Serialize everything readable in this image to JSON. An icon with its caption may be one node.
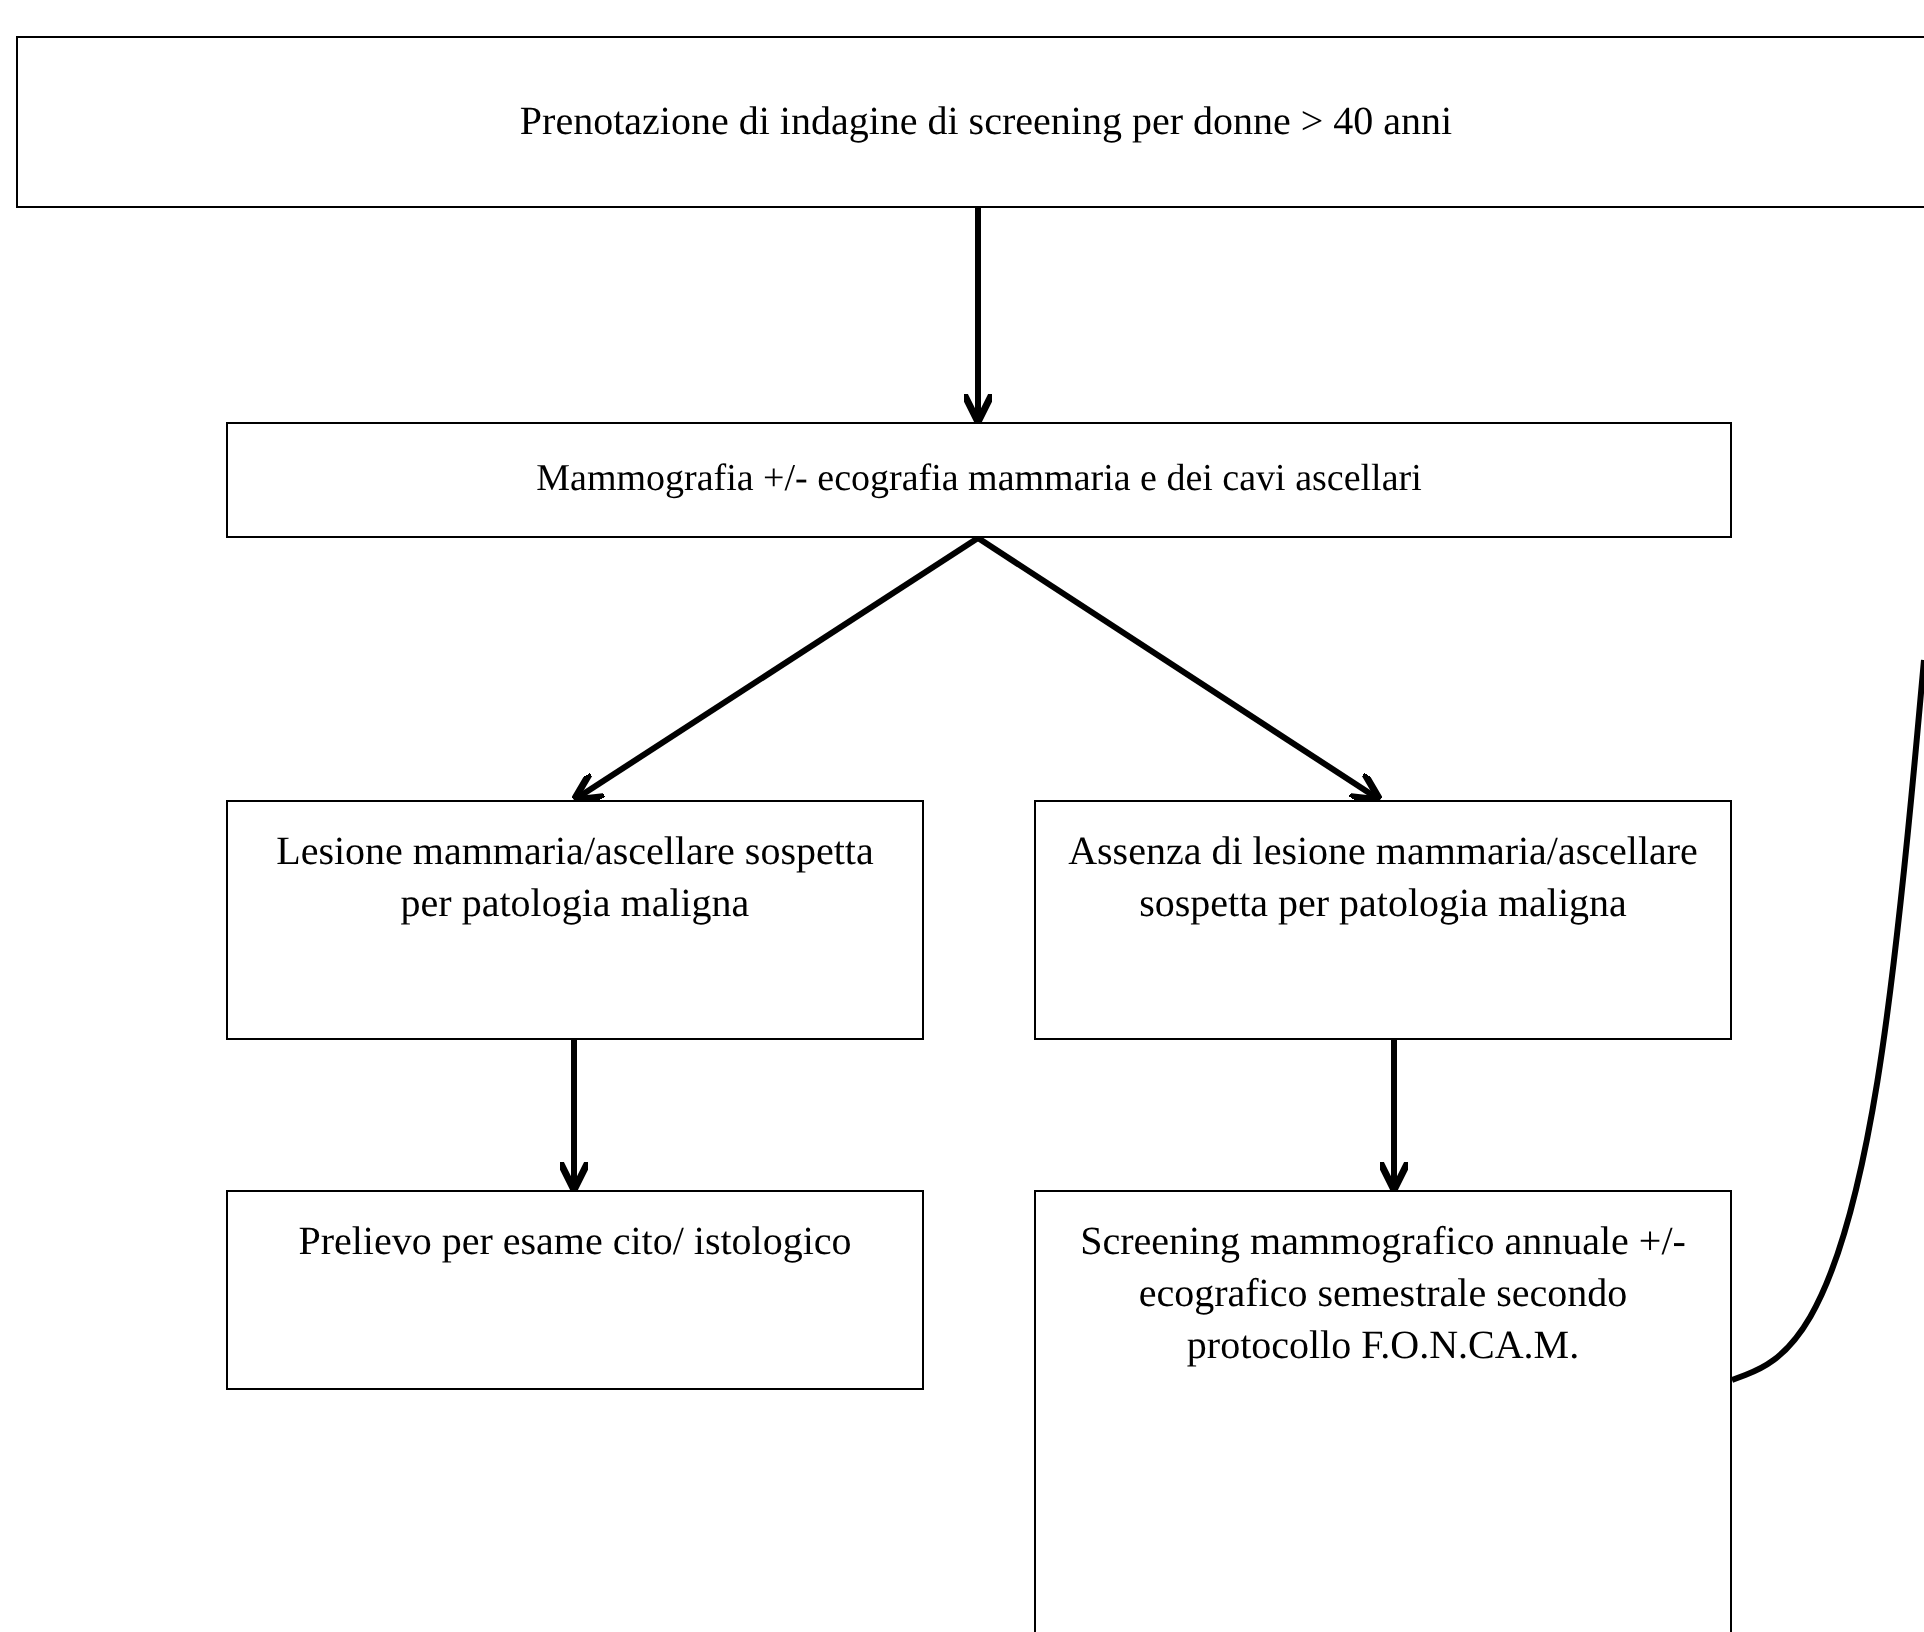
{
  "diagram": {
    "nodes": [
      {
        "text": [
          "Prenotazione di indagine di screening per donne > 40 anni"
        ]
      },
      {
        "text": [
          "Mammografia +/- ecografia mammaria e dei cavi ascellari"
        ]
      },
      {
        "text": [
          "Lesione mammaria/ascellare sospetta per patologia maligna"
        ]
      },
      {
        "text": [
          "Assenza di lesione mammaria/ascellare sospetta per patologia maligna"
        ]
      },
      {
        "text": [
          "Prelievo per esame cito/ istologico"
        ]
      },
      {
        "text": [
          "Screening mammografico annuale +/- ecografico semestrale secondo protocollo F.O.N.CA.M."
        ]
      }
    ],
    "edges": [
      {
        "from": 0,
        "to": 1,
        "arrow": "to"
      },
      {
        "from": 1,
        "to": 2,
        "arrow": "to"
      },
      {
        "from": 1,
        "to": 3,
        "arrow": "to"
      },
      {
        "from": 2,
        "to": 4,
        "arrow": "to"
      },
      {
        "from": 3,
        "to": 5,
        "arrow": "to"
      },
      {
        "from": 5,
        "to": null,
        "arrow": "none"
      }
    ]
  }
}
